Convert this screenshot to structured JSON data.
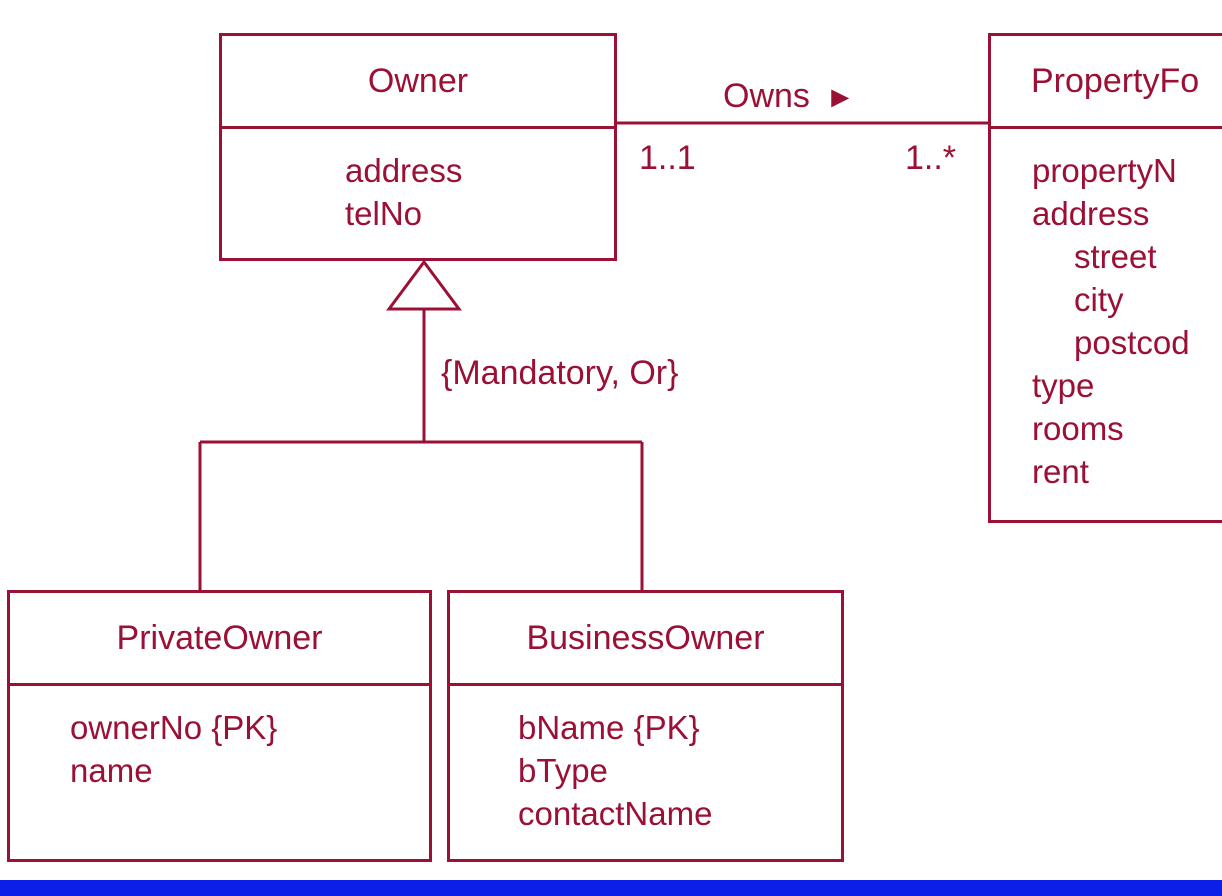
{
  "colors": {
    "line": "#9b1035",
    "text": "#9b1035",
    "background": "#ffffff",
    "footer_bar": "#0b1fe6"
  },
  "classes": {
    "owner": {
      "name": "Owner",
      "attributes": [
        "address",
        "telNo"
      ]
    },
    "property": {
      "name": "PropertyFo",
      "attributes": [
        "propertyN",
        "address",
        "street",
        "city",
        "postcod",
        "type",
        "rooms",
        "rent"
      ]
    },
    "private_owner": {
      "name": "PrivateOwner",
      "attributes": [
        "ownerNo {PK}",
        "name"
      ]
    },
    "business_owner": {
      "name": "BusinessOwner",
      "attributes": [
        "bName {PK}",
        "bType",
        "contactName"
      ]
    }
  },
  "association": {
    "label": "Owns",
    "arrow": "►",
    "owner_multiplicity": "1..1",
    "property_multiplicity": "1..*"
  },
  "generalization": {
    "constraint": "{Mandatory, Or}"
  }
}
